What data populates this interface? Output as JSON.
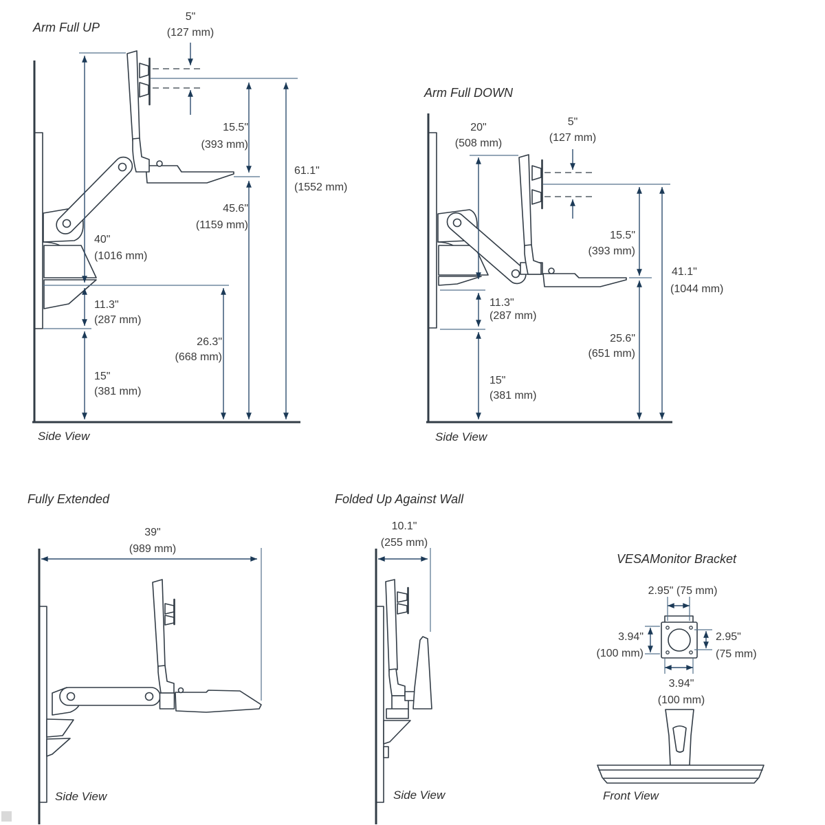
{
  "colors": {
    "part_line": "#323c46",
    "dim_line": "#2e4d6e",
    "arrow": "#1c3a57",
    "ref_line": "#54708c",
    "text": "#3a3a3a"
  },
  "arm_full_up": {
    "title": "Arm Full UP",
    "view_label": "Side View",
    "dim_5_in": "5\"",
    "dim_5_mm": "(127 mm)",
    "dim_15_5_in": "15.5\"",
    "dim_15_5_mm": "(393 mm)",
    "dim_61_1_in": "61.1\"",
    "dim_61_1_mm": "(1552 mm)",
    "dim_45_6_in": "45.6\"",
    "dim_45_6_mm": "(1159 mm)",
    "dim_40_in": "40\"",
    "dim_40_mm": "(1016 mm)",
    "dim_11_3_in": "11.3\"",
    "dim_11_3_mm": "(287 mm)",
    "dim_26_3_in": "26.3\"",
    "dim_26_3_mm": "(668 mm)",
    "dim_15_in": "15\"",
    "dim_15_mm": "(381 mm)"
  },
  "arm_full_down": {
    "title": "Arm Full DOWN",
    "view_label": "Side View",
    "dim_20_in": "20\"",
    "dim_20_mm": "(508 mm)",
    "dim_5_in": "5\"",
    "dim_5_mm": "(127 mm)",
    "dim_15_5_in": "15.5\"",
    "dim_15_5_mm": "(393 mm)",
    "dim_41_1_in": "41.1\"",
    "dim_41_1_mm": "(1044 mm)",
    "dim_11_3_in": "11.3\"",
    "dim_11_3_mm": "(287 mm)",
    "dim_25_6_in": "25.6\"",
    "dim_25_6_mm": "(651 mm)",
    "dim_15_in": "15\"",
    "dim_15_mm": "(381 mm)"
  },
  "fully_extended": {
    "title": "Fully Extended",
    "view_label": "Side View",
    "dim_39_in": "39\"",
    "dim_39_mm": "(989 mm)"
  },
  "folded_up": {
    "title": "Folded Up Against Wall",
    "view_label": "Side View",
    "dim_10_1_in": "10.1\"",
    "dim_10_1_mm": "(255 mm)"
  },
  "vesa_bracket": {
    "title": "VESAMonitor Bracket",
    "view_label": "Front View",
    "dim_top": "2.95\" (75 mm)",
    "dim_left_in": "3.94\"",
    "dim_left_mm": "(100 mm)",
    "dim_right_in": "2.95\"",
    "dim_right_mm": "(75 mm)",
    "dim_bottom_in": "3.94\"",
    "dim_bottom_mm": "(100 mm)"
  }
}
